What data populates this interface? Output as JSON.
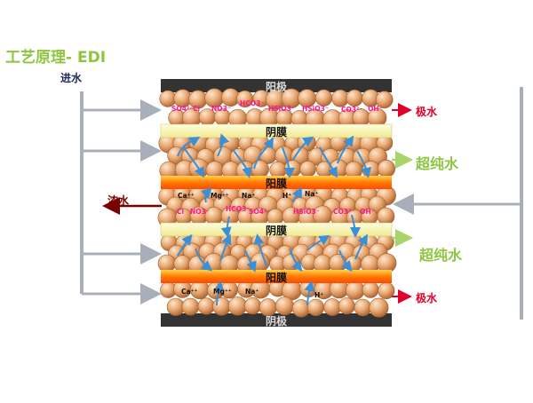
{
  "diagram": {
    "title": "工艺原理- EDI",
    "inlet_label": "进水",
    "anode_label": "阳极",
    "cathode_label": "阴极",
    "anion_membrane_label": "阴膜",
    "cation_membrane_label": "阳膜",
    "outlets": {
      "electrode_water": "极水",
      "pure_water": "超纯水",
      "concentrate": "浓水"
    },
    "ion_labels": {
      "top_row": [
        "SO4²⁻",
        "Cl⁻",
        "NO3⁻",
        "HCO3⁻",
        "HSiO3⁻",
        "HSiO3⁻",
        "CO3²⁻",
        "OH⁻"
      ],
      "mid_upper": [
        "Ca⁺⁺",
        "Mg⁺⁺",
        "Na⁺",
        "H⁺",
        "Na⁺"
      ],
      "mid_lower": [
        "Cl",
        "NO3⁻",
        "HCO3⁻",
        "SO4²⁻",
        "HSiO3⁻",
        "CO3²⁻",
        "OH⁻"
      ],
      "bottom_row": [
        "Ca⁺⁺",
        "Mg⁺⁺",
        "Na⁺",
        "H⁺"
      ]
    },
    "colors": {
      "title": "#8cc63f",
      "plate": "#333333",
      "anion_membrane": "#f7f3b8",
      "cation_membrane": "#ff8c00",
      "bead": "#e8a770",
      "flow_arrow": "#3a8fd6",
      "ion_text": "#ff1493",
      "outlet_red": "#e0002a",
      "outlet_green": "#8cc63f",
      "outlet_dark": "#7a0000"
    }
  }
}
